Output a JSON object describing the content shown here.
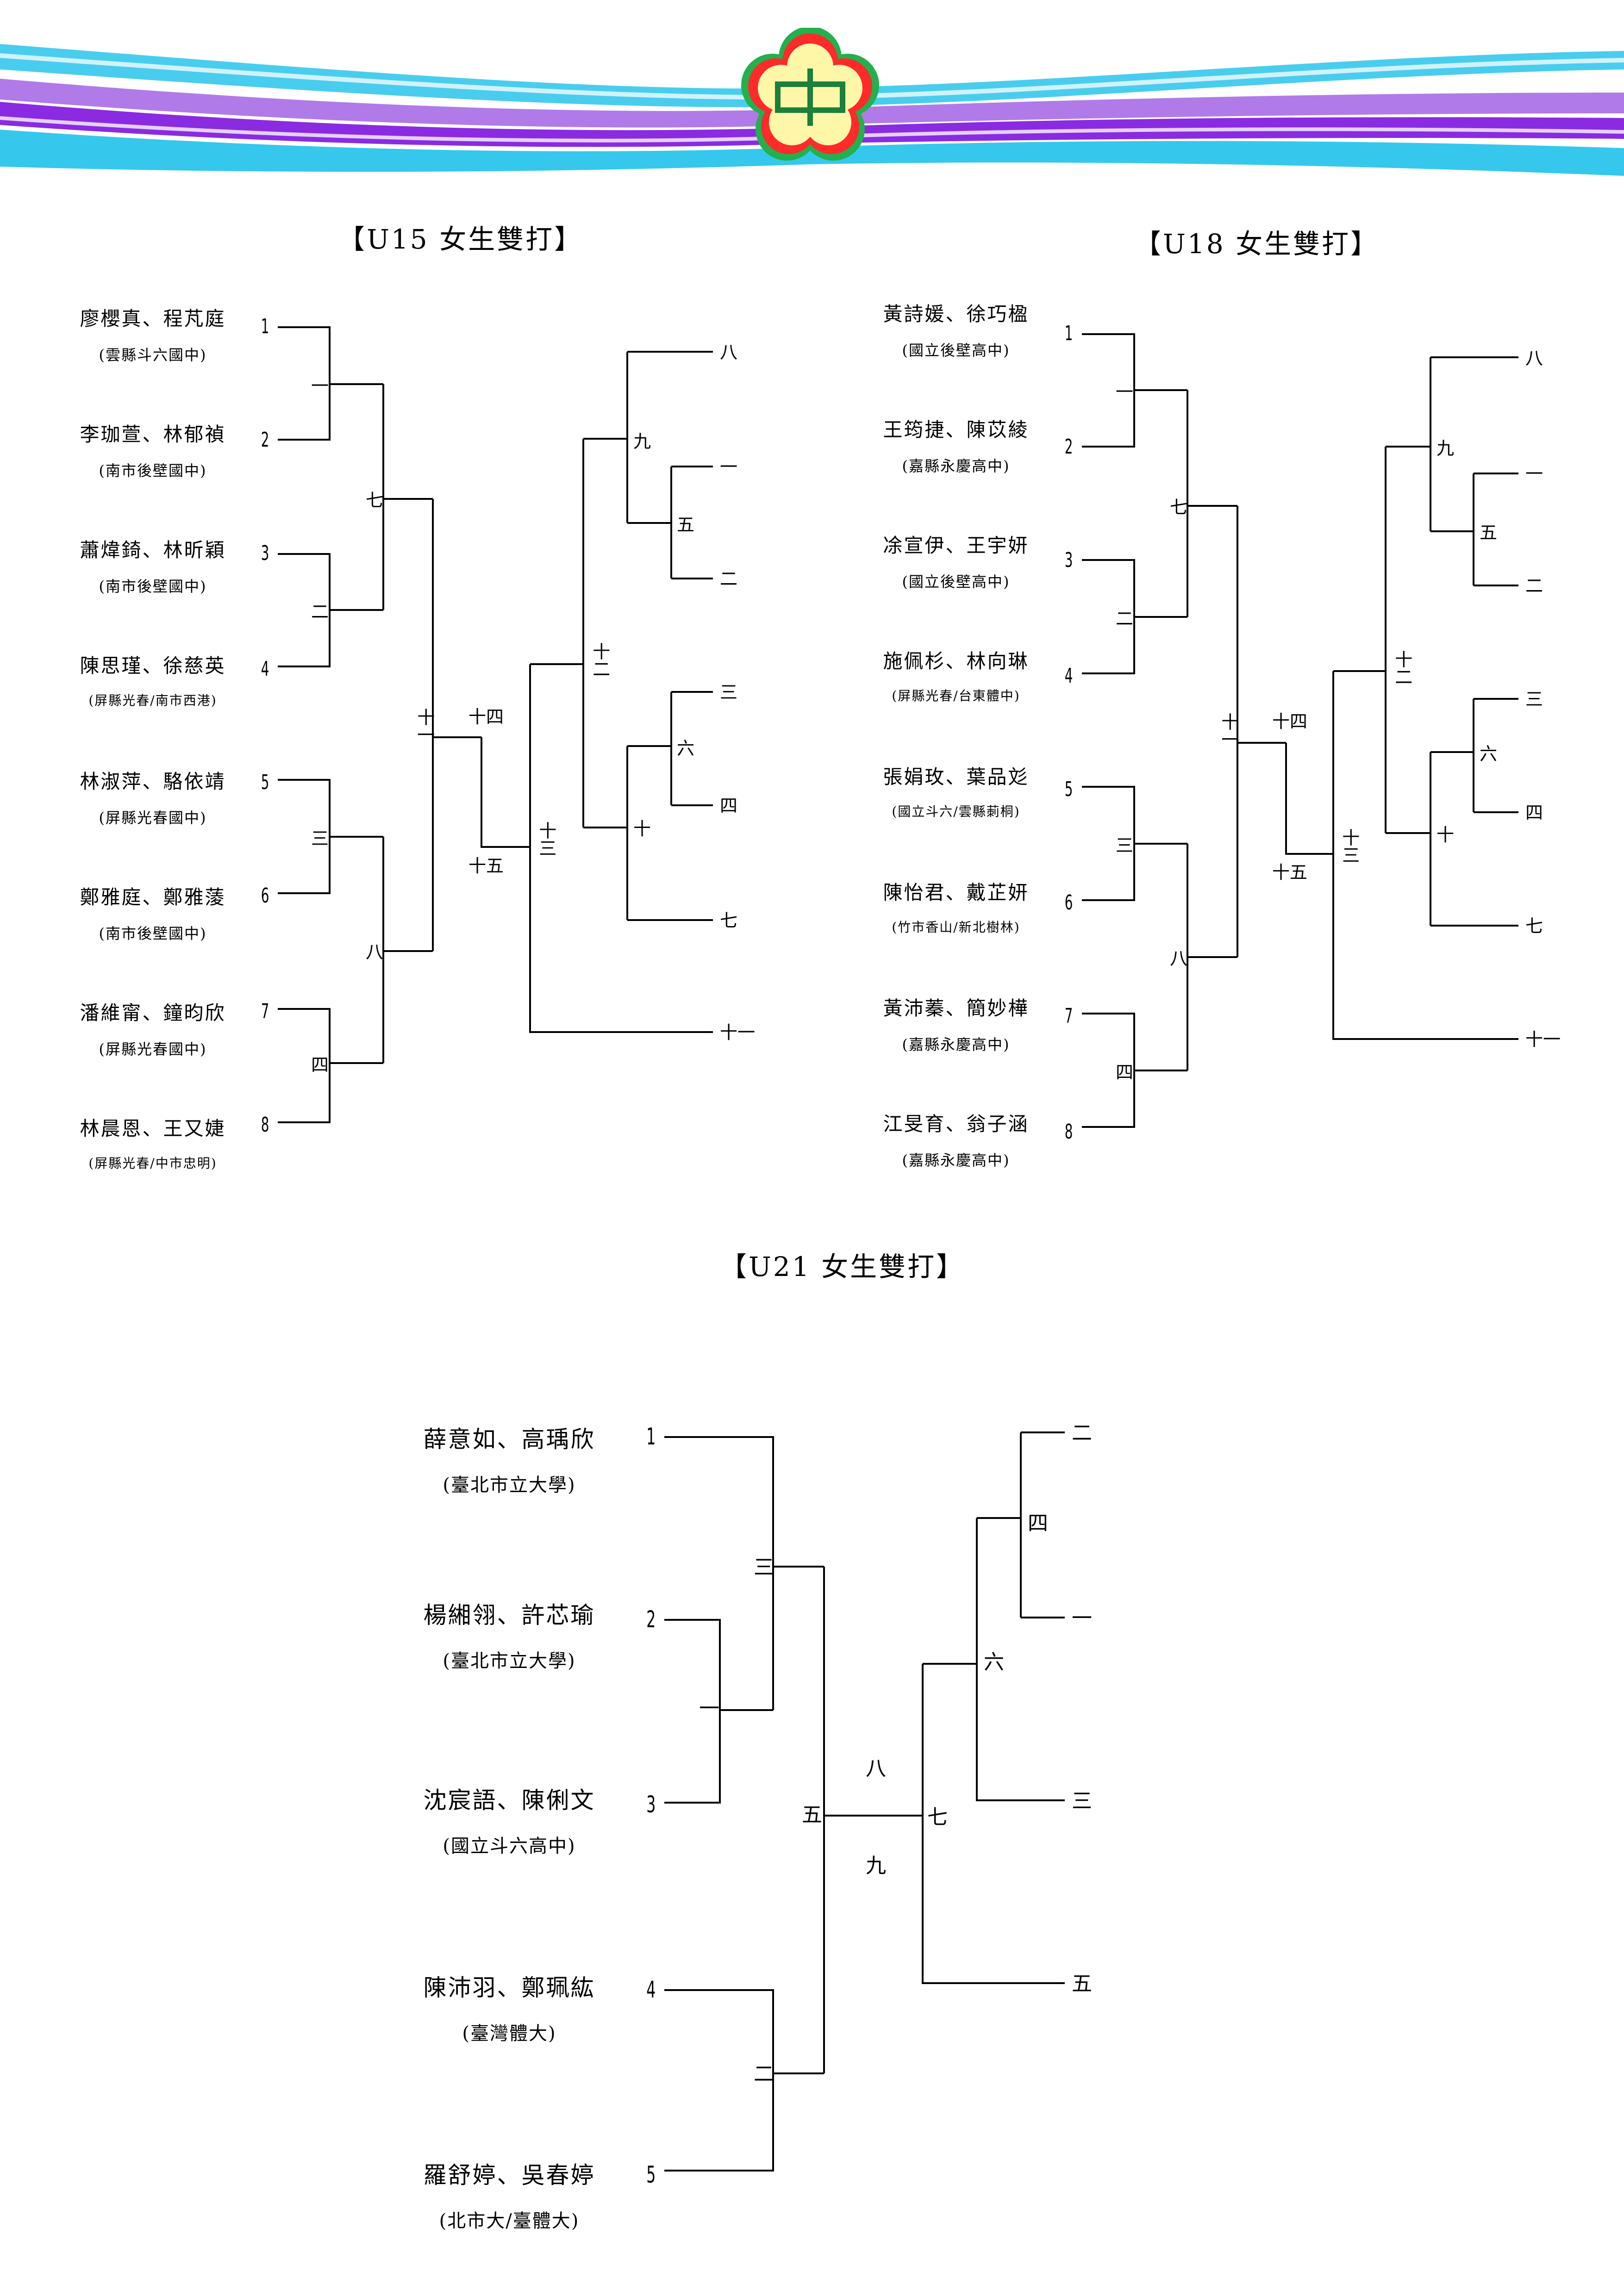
{
  "logo": {
    "icon": "plum-blossom-emblem-icon",
    "label": "中"
  },
  "colors": {
    "band_cyan": "#35c8ec",
    "band_purple": "#8a2be2",
    "band_violet": "#b07be8"
  },
  "sections": [
    {
      "title": "【U15 女生雙打】",
      "teams": [
        {
          "names": "廖櫻真、程芃庭",
          "school": "(雲縣斗六國中)"
        },
        {
          "names": "李珈萱、林郁禎",
          "school": "(南市後壁國中)"
        },
        {
          "names": "蕭煒錡、林昕穎",
          "school": "(南市後壁國中)"
        },
        {
          "names": "陳思瑾、徐慈英",
          "school": "(屏縣光春/南市西港)"
        },
        {
          "names": "林淑萍、駱依靖",
          "school": "(屏縣光春國中)"
        },
        {
          "names": "鄭雅庭、鄭雅蔆",
          "school": "(南市後壁國中)"
        },
        {
          "names": "潘維甯、鐘昀欣",
          "school": "(屏縣光春國中)"
        },
        {
          "names": "林晨恩、王又婕",
          "school": "(屏縣光春/中市忠明)"
        }
      ],
      "seeds": [
        "1",
        "2",
        "3",
        "4",
        "5",
        "6",
        "7",
        "8"
      ],
      "matches": [
        "一",
        "二",
        "三",
        "四",
        "七",
        "八",
        "十一",
        "十四",
        "十五",
        "十三",
        "十二",
        "九",
        "十",
        "五",
        "六",
        "八",
        "一",
        "二",
        "三",
        "四",
        "七",
        "十一"
      ]
    },
    {
      "title": "【U18 女生雙打】",
      "teams": [
        {
          "names": "黃詩媛、徐巧楹",
          "school": "(國立後壁高中)"
        },
        {
          "names": "王筠捷、陳苡綾",
          "school": "(嘉縣永慶高中)"
        },
        {
          "names": "凃宣伊、王宇妍",
          "school": "(國立後壁高中)"
        },
        {
          "names": "施佩杉、林向琳",
          "school": "(屏縣光春/台東體中)"
        },
        {
          "names": "張娟玫、葉品彣",
          "school": "(國立斗六/雲縣莿桐)"
        },
        {
          "names": "陳怡君、戴芷妍",
          "school": "(竹市香山/新北樹林)"
        },
        {
          "names": "黃沛蓁、簡妙樺",
          "school": "(嘉縣永慶高中)"
        },
        {
          "names": "江旻育、翁子涵",
          "school": "(嘉縣永慶高中)"
        }
      ],
      "seeds": [
        "1",
        "2",
        "3",
        "4",
        "5",
        "6",
        "7",
        "8"
      ],
      "matches": [
        "一",
        "二",
        "三",
        "四",
        "七",
        "八",
        "十一",
        "十四",
        "十五",
        "十三",
        "十二",
        "九",
        "十",
        "五",
        "六",
        "八",
        "一",
        "二",
        "三",
        "四",
        "七",
        "十一"
      ]
    },
    {
      "title": "【U21 女生雙打】",
      "teams": [
        {
          "names": "薛意如、高瑀欣",
          "school": "(臺北市立大學)"
        },
        {
          "names": "楊緗翎、許芯瑜",
          "school": "(臺北市立大學)"
        },
        {
          "names": "沈宸語、陳俐文",
          "school": "(國立斗六高中)"
        },
        {
          "names": "陳沛羽、鄭珮紘",
          "school": "(臺灣體大)"
        },
        {
          "names": "羅舒婷、吳春婷",
          "school": "(北市大/臺體大)"
        }
      ],
      "seeds": [
        "1",
        "2",
        "3",
        "4",
        "5"
      ],
      "matches": [
        "一",
        "三",
        "二",
        "五",
        "八",
        "九",
        "七",
        "六",
        "四",
        "二",
        "一",
        "三",
        "五"
      ]
    }
  ]
}
